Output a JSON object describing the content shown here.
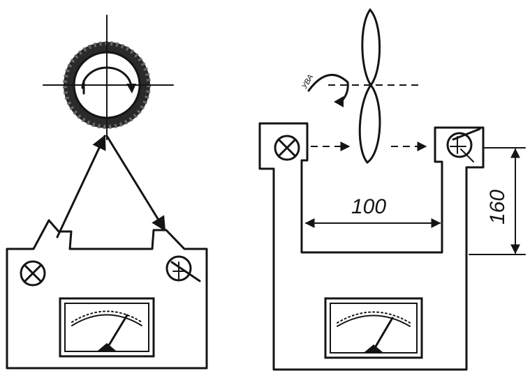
{
  "dimensions": {
    "gap": "100",
    "height": "160"
  },
  "propeller_rotation_label": "УВА",
  "colors": {
    "ink": "#141414",
    "paper": "#ffffff"
  }
}
